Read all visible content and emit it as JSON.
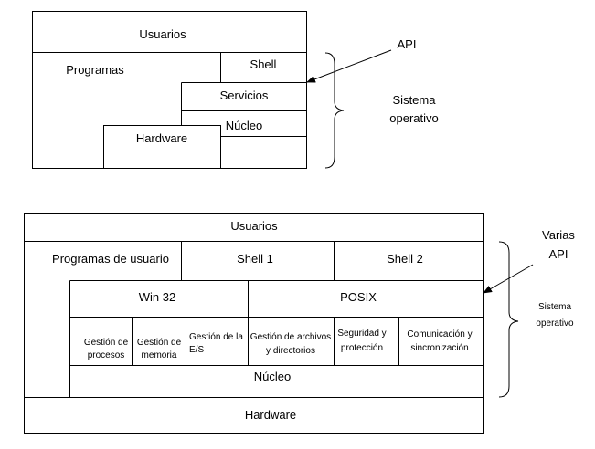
{
  "diagram1": {
    "usuarios": "Usuarios",
    "programas": "Programas",
    "shell": "Shell",
    "servicios": "Servicios",
    "nucleo": "Núcleo",
    "hardware": "Hardware",
    "api": "API",
    "sistema_operativo": [
      "Sistema",
      "operativo"
    ]
  },
  "diagram2": {
    "usuarios": "Usuarios",
    "programas_usuario": "Programas de usuario",
    "shell1": "Shell 1",
    "shell2": "Shell 2",
    "win32": "Win 32",
    "posix": "POSIX",
    "services": [
      [
        "Gestión de",
        "procesos"
      ],
      [
        "Gestión de",
        "memoria"
      ],
      [
        "Gestión de la",
        "E/S"
      ],
      [
        "Gestión de archivos",
        "y directorios"
      ],
      [
        "Seguridad y",
        "protección"
      ],
      [
        "Comunicación y",
        "sincronización"
      ]
    ],
    "nucleo": "Núcleo",
    "hardware": "Hardware",
    "varias_api": [
      "Varias",
      "API"
    ],
    "sistema_operativo": [
      "Sistema",
      "operativo"
    ]
  }
}
